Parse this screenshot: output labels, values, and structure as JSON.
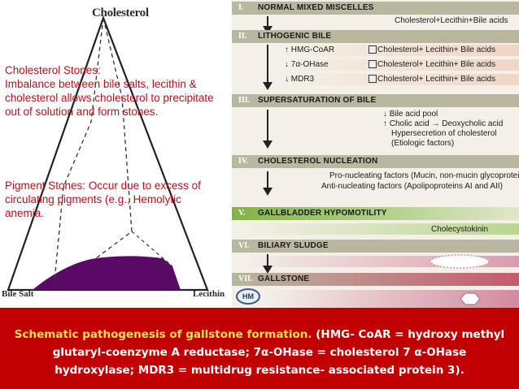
{
  "diagram": {
    "vertices": {
      "top": "Cholesterol",
      "bottom_left": "Bile Salt",
      "bottom_right": "Lecithin"
    }
  },
  "notes": {
    "cholesterol_stones": {
      "heading": "Cholesterol Stones:",
      "body": "Imbalance between bile salts, lecithin & cholesterol allows cholesterol to precipitate out of solution and form stones."
    },
    "pigment_stones": {
      "heading": "Pigment Stones: ",
      "body": "Occur due to excess of circulating pigments (e.g., Hemolytic anemia."
    }
  },
  "stages": [
    {
      "roman": "I.",
      "title": "NORMAL MIXED MISCELLES",
      "details": [
        "Cholesterol+Lecithin+Bile acids"
      ]
    },
    {
      "roman": "II.",
      "title": "LITHOGENIC BILE",
      "enzymes": [
        "↑ HMG-CoAR",
        "↓ 7α-OHase",
        "↓ MDR3"
      ],
      "details": [
        "Cholesterol+ Lecithin+ Bile acids",
        "Cholesterol+ Lecithin+ Bile acids",
        "Cholesterol+ Lecithin+ Bile acids"
      ]
    },
    {
      "roman": "III.",
      "title": "SUPERSATURATION OF BILE",
      "details": [
        "↓ Bile acid pool",
        "↑ Cholic acid → Deoxycholic acid",
        "Hypersecretion of cholesterol",
        "(Etiologic factors)"
      ]
    },
    {
      "roman": "IV.",
      "title": "CHOLESTEROL NUCLEATION",
      "details": [
        "Pro-nucleating factors (Mucin, non-mucin glycoproteins)",
        "Anti-nucleating factors (Apolipoproteins AI and AII)"
      ]
    },
    {
      "roman": "V.",
      "title": "GALLBLADDER HYPOMOTILITY",
      "details": [
        "Cholecystokinin"
      ]
    },
    {
      "roman": "VI.",
      "title": "BILIARY SLUDGE",
      "details": []
    },
    {
      "roman": "VII.",
      "title": "GALLSTONE",
      "details": []
    }
  ],
  "logo": "HM",
  "caption": {
    "lead": "Schematic pathogenesis of gallstone formation.",
    "rest": " (HMG- CoAR = hydroxy methyl glutaryl-coenzyme A reductase; 7α-OHase = cholesterol 7 α-OHase hydroxylase; MDR3 = multidrug resistance- associated protein 3)."
  },
  "colors": {
    "caption_bg": "#c00000",
    "caption_lead": "#f6e05a",
    "note_text": "#b5121b",
    "sludge_purple": "#5a0a66",
    "stage_bar": "#b9b79f"
  }
}
